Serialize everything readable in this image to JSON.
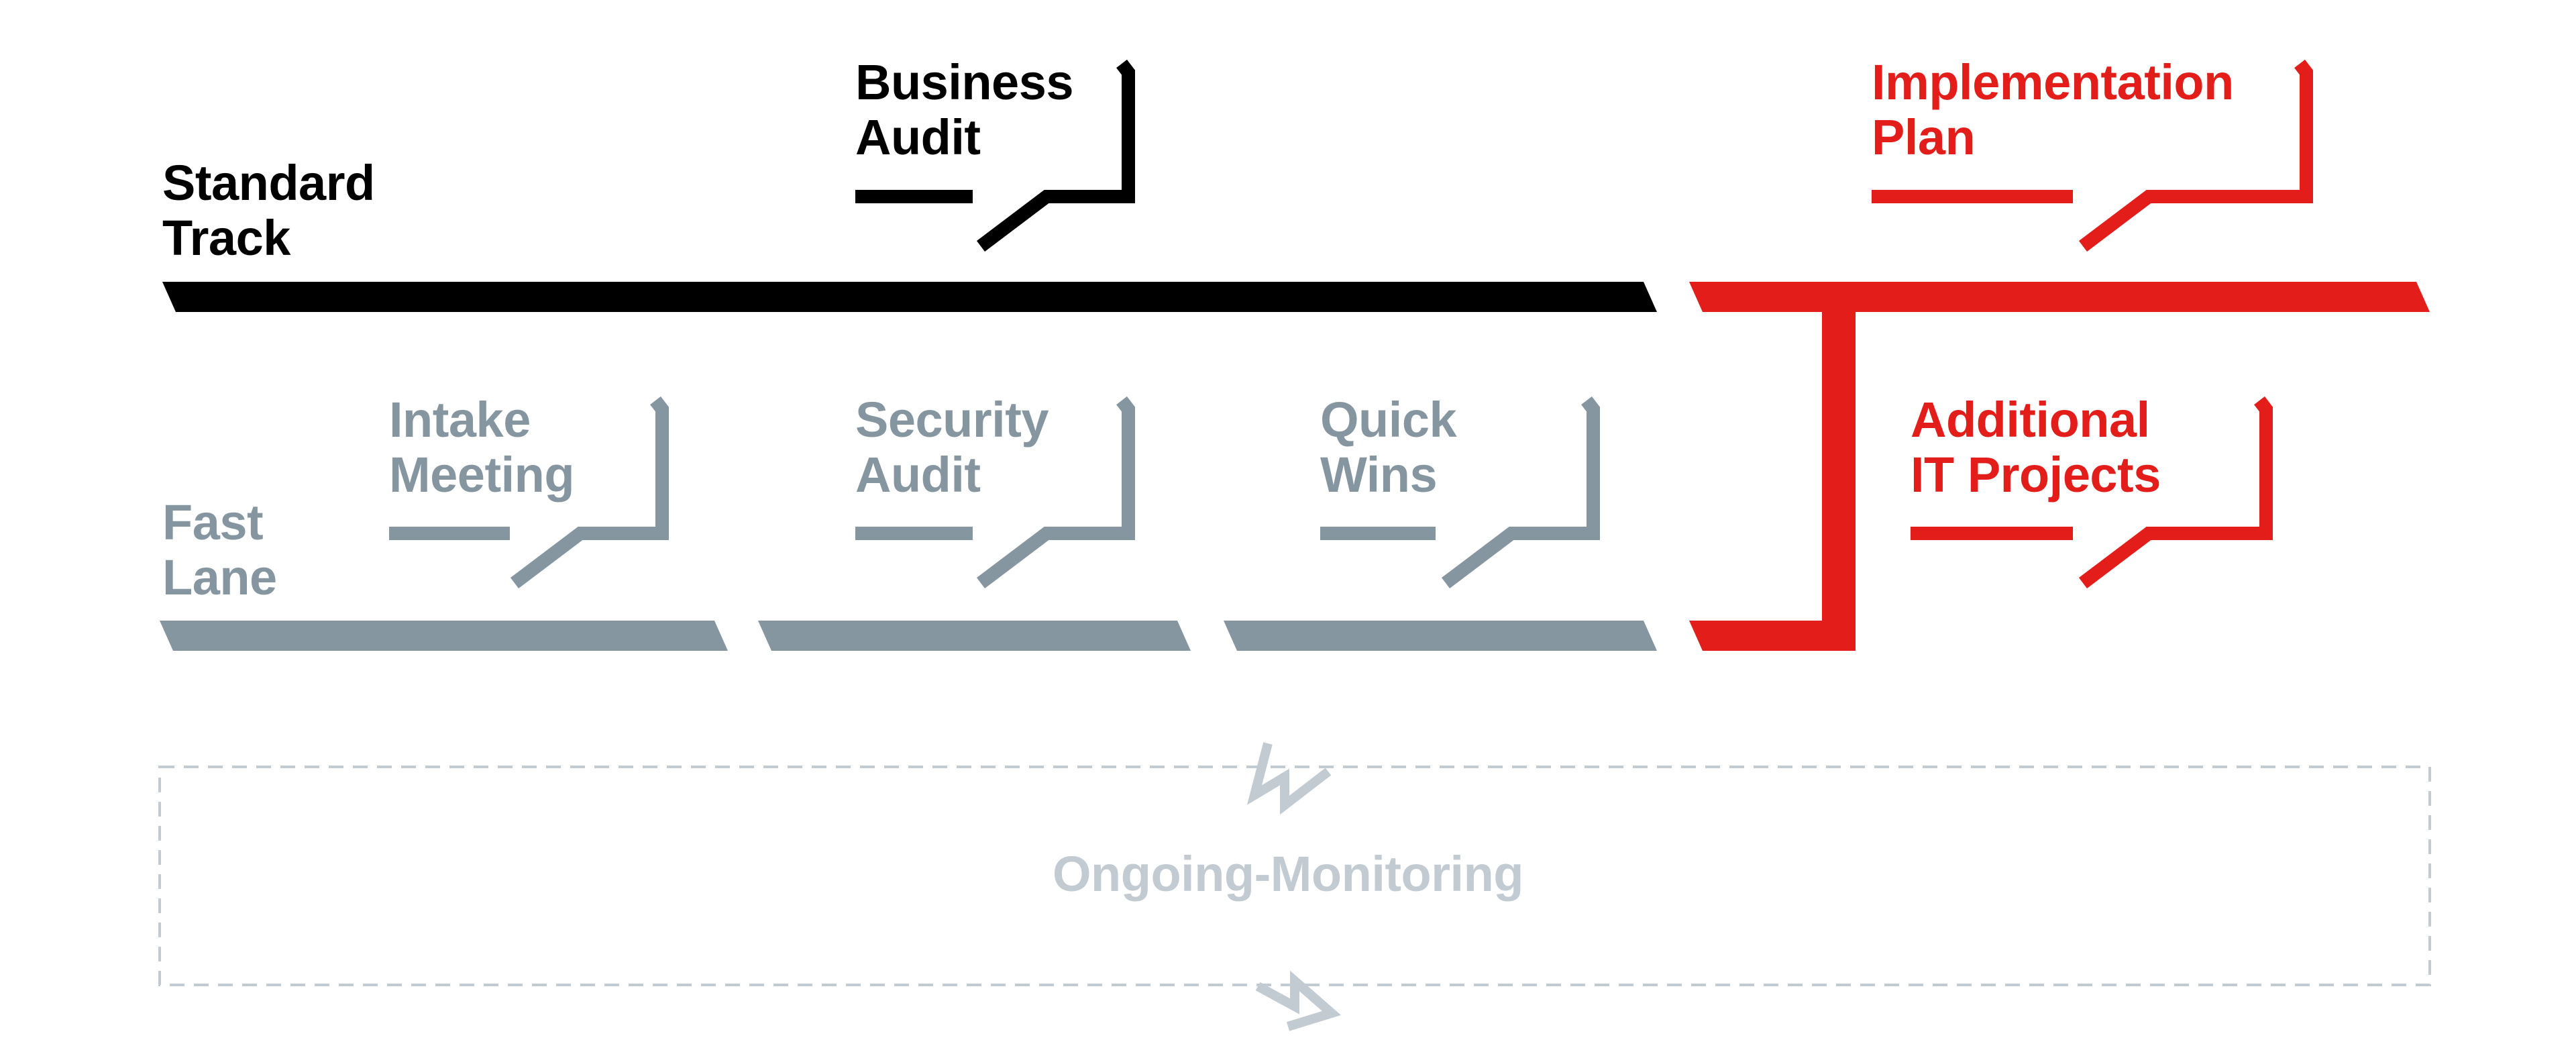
{
  "colors": {
    "standard": "#000000",
    "accent": "#e31d1a",
    "fast": "#8696a1",
    "monitor": "#c3cbd2"
  },
  "icons": {
    "bubble": "speech-bubble-icon",
    "cycle": "zigzag-loop-icon"
  },
  "tracks": {
    "standard": {
      "line1": "Standard",
      "line2": "Track"
    },
    "fast": {
      "line1": "Fast",
      "line2": "Lane"
    }
  },
  "steps": {
    "business_audit": {
      "line1": "Business",
      "line2": "Audit"
    },
    "implementation_plan": {
      "line1": "Implementation",
      "line2": "Plan"
    },
    "intake_meeting": {
      "line1": "Intake",
      "line2": "Meeting"
    },
    "security_audit": {
      "line1": "Security",
      "line2": "Audit"
    },
    "quick_wins": {
      "line1": "Quick",
      "line2": "Wins"
    },
    "additional_it_projects": {
      "line1": "Additional",
      "line2": "IT Projects"
    }
  },
  "monitoring": {
    "label": "Ongoing-Monitoring"
  }
}
